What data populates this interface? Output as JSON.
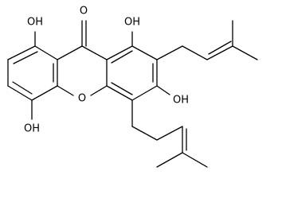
{
  "molecule": {
    "labels": {
      "oh_top_left": "OH",
      "oh_top_right": "OH",
      "oh_bottom_left": "OH",
      "oh_right": "OH",
      "carbonyl_oxygen": "O",
      "ring_oxygen": "O"
    }
  },
  "colors": {
    "bond": "#000000",
    "background": "#ffffff"
  }
}
